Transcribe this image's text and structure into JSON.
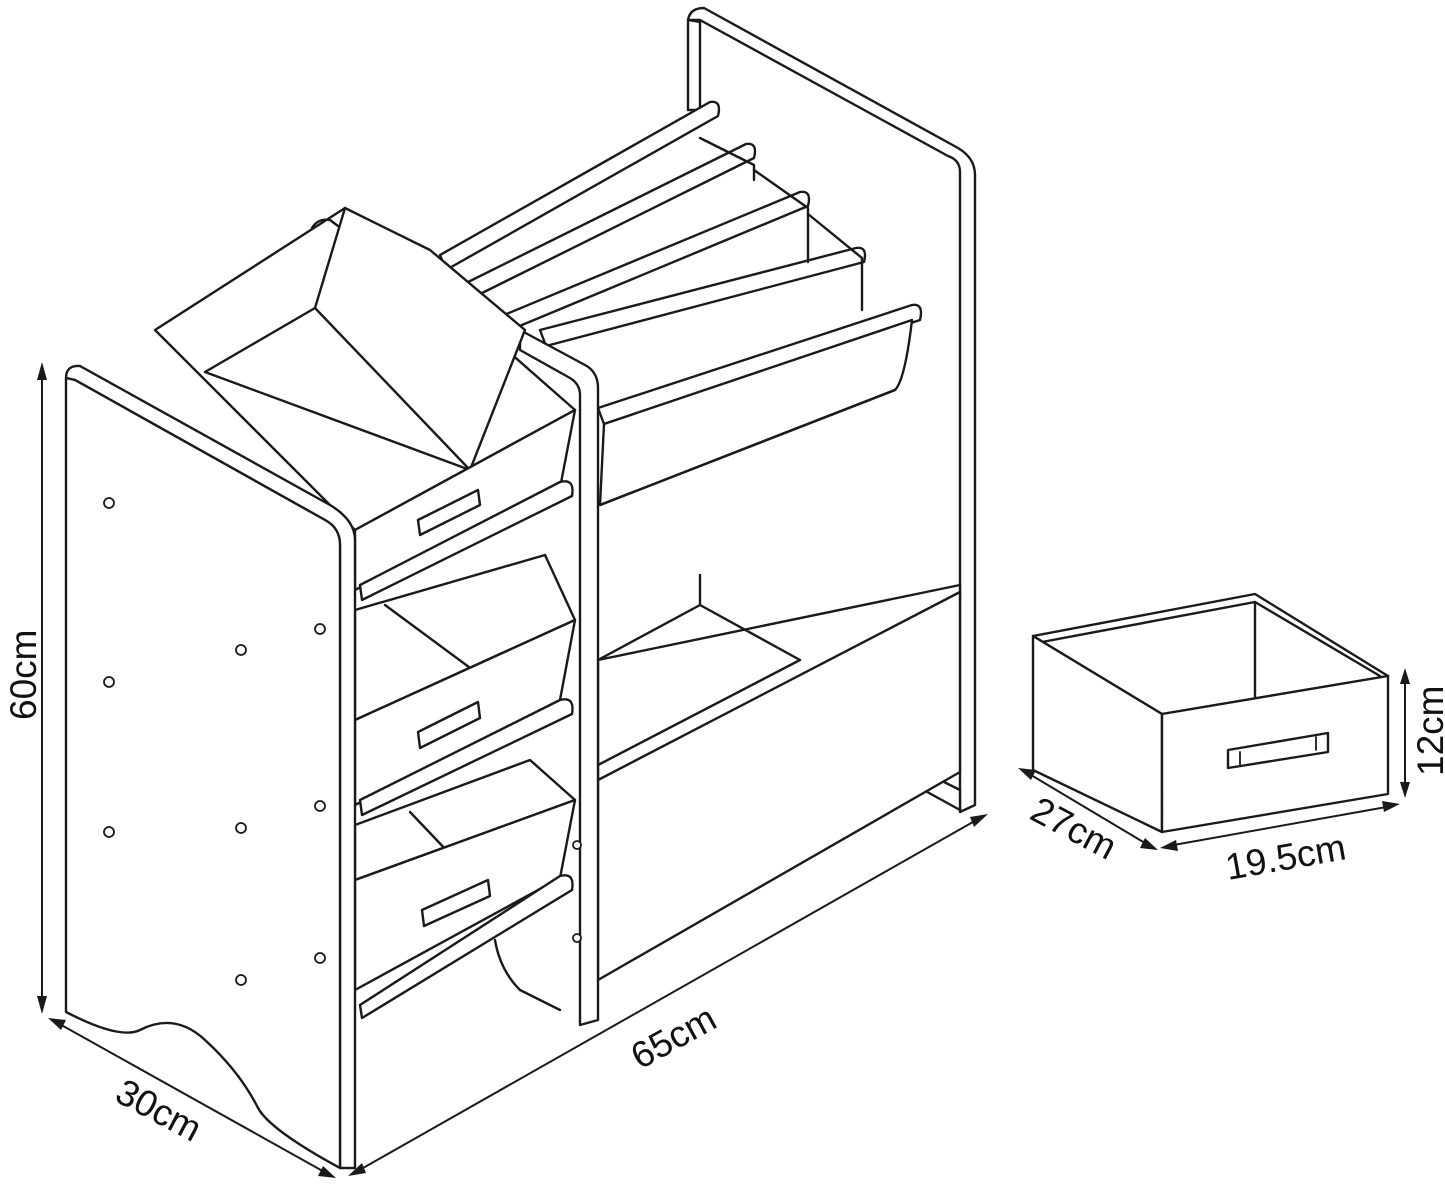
{
  "dimensions": {
    "height": "60cm",
    "depth": "30cm",
    "width": "65cm",
    "bin_depth": "27cm",
    "bin_width": "19.5cm",
    "bin_height": "12cm"
  },
  "colors": {
    "line": "#1a1a1a",
    "fill": "#ffffff"
  }
}
